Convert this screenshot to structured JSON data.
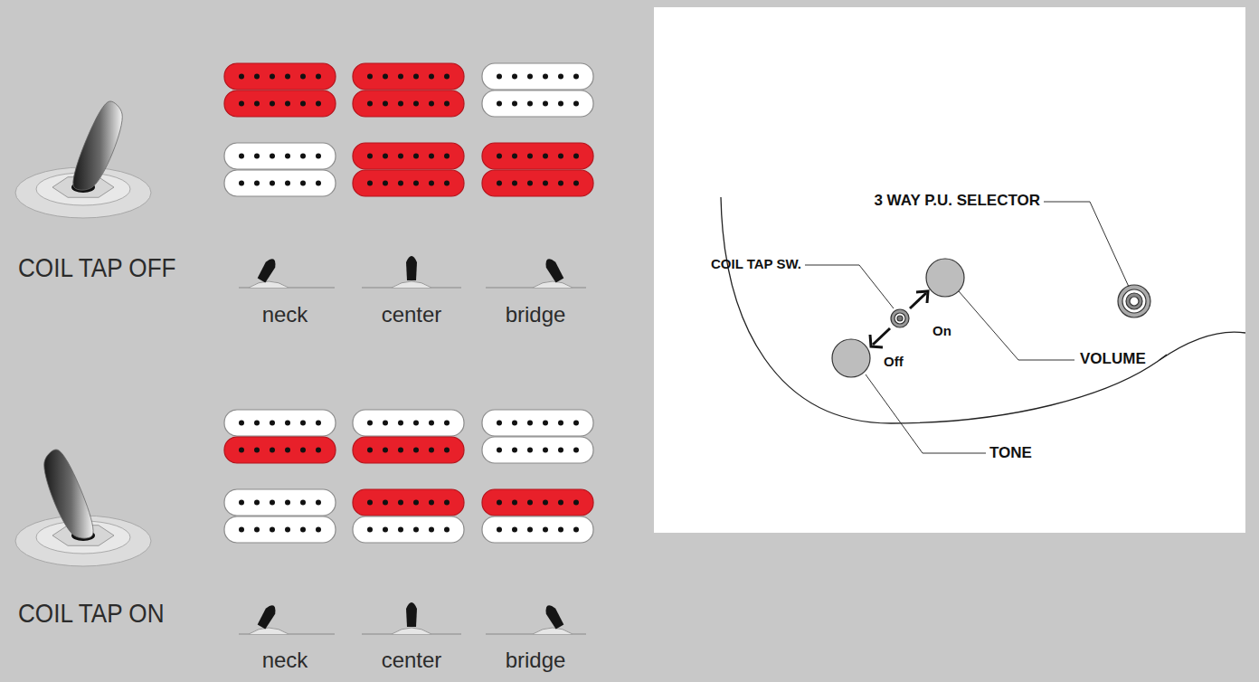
{
  "diagram": {
    "labels": [
      "COIL TAP OFF",
      "neck",
      "center",
      "bridge",
      "COIL TAP ON",
      "neck",
      "center",
      "bridge",
      "3 WAY P.U. SELECTOR",
      "COIL TAP SW.",
      "On",
      "Off",
      "VOLUME",
      "TONE"
    ]
  }
}
